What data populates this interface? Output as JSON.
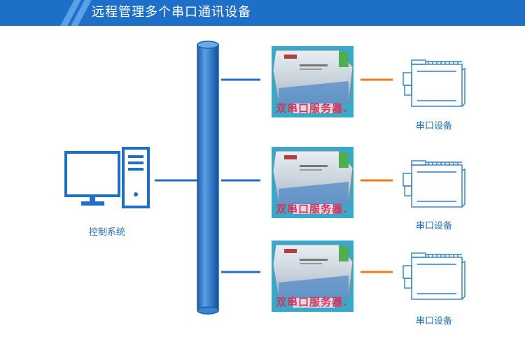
{
  "header": {
    "title": "远程管理多个串口通讯设备"
  },
  "control_system": {
    "label": "控制系统"
  },
  "servers": [
    {
      "caption": "双串口服务器."
    },
    {
      "caption": "双串口服务器."
    },
    {
      "caption": "双串口服务器."
    }
  ],
  "devices": [
    {
      "label": "串口设备"
    },
    {
      "label": "串口设备"
    },
    {
      "label": "串口设备"
    }
  ],
  "colors": {
    "banner": "#1d6fc8",
    "line_blue": "#1d6fc8",
    "line_orange": "#f07a1a",
    "label_blue": "#1d6fc8",
    "caption_red": "#e0305a"
  }
}
